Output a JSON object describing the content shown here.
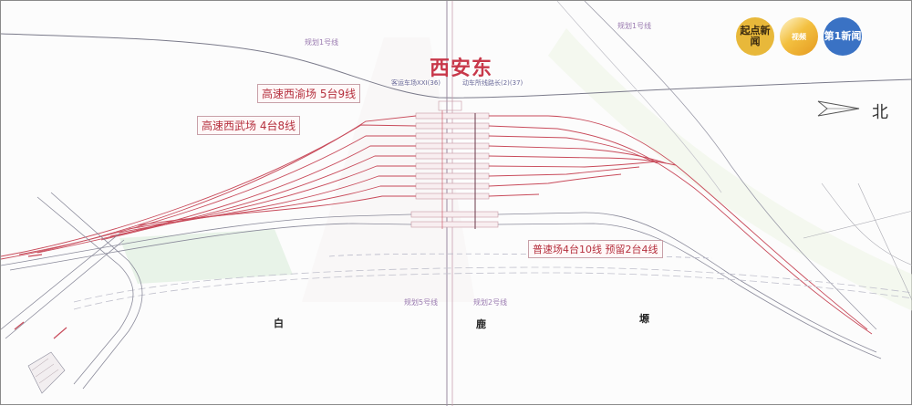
{
  "diagram": {
    "title": "西安东",
    "subtitle_left": "客运车场XXI(36)",
    "subtitle_right": "动车所线路长(2)(37)",
    "north_label": "北",
    "yards": [
      {
        "id": "xiyu",
        "label": "高速西渝场  5台9线"
      },
      {
        "id": "xiwu",
        "label": "高速西武场  4台8线"
      },
      {
        "id": "pusu",
        "label": "普速场4台10线  预留2台4线"
      }
    ],
    "roads": [
      {
        "id": "road-1",
        "label": "规划1号线"
      },
      {
        "id": "road-2",
        "label": "规划1号线"
      },
      {
        "id": "road-3",
        "label": "规划5号线"
      },
      {
        "id": "road-4",
        "label": "规划2号线"
      }
    ],
    "area_chars": [
      "白",
      "鹿",
      "塬"
    ],
    "colors": {
      "high_speed_track": "#c84a5a",
      "regular_track": "#8a8a9a",
      "title": "#c8384a",
      "green_zone": "#bfe3c0"
    }
  },
  "logos": [
    {
      "id": "qidian",
      "text": "起点新闻"
    },
    {
      "id": "vivid",
      "text": "视频"
    },
    {
      "id": "diyi",
      "text": "第1新闻"
    }
  ]
}
